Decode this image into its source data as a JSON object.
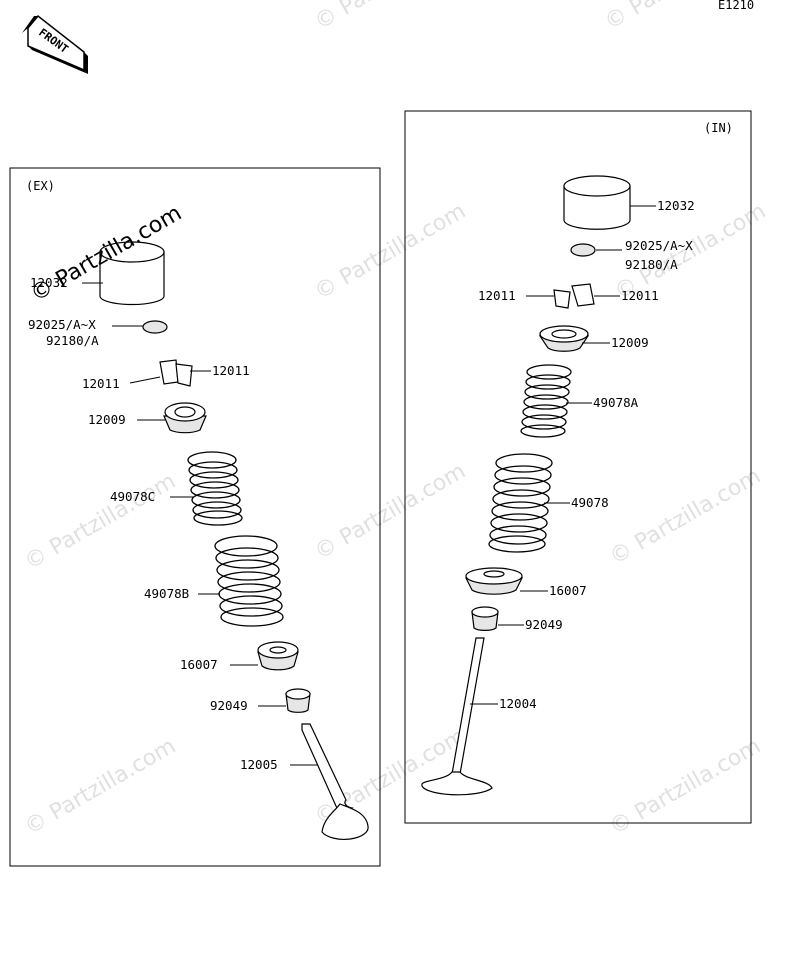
{
  "diagram_code": "E1210",
  "front_label": "FRONT",
  "watermark": "© Partzilla.com",
  "panels": {
    "ex": {
      "title": "(EX)"
    },
    "in": {
      "title": "(IN)"
    }
  },
  "labels": {
    "ex_12032": "12032",
    "ex_92025": "92025/A~X",
    "ex_92180": "92180/A",
    "ex_12011_right": "12011",
    "ex_12011_left": "12011",
    "ex_12009": "12009",
    "ex_49078c": "49078C",
    "ex_49078b": "49078B",
    "ex_16007": "16007",
    "ex_92049": "92049",
    "ex_12005": "12005",
    "in_12032": "12032",
    "in_92025": "92025/A~X",
    "in_92180": "92180/A",
    "in_12011_left": "12011",
    "in_12011_right": "12011",
    "in_12009": "12009",
    "in_49078a": "49078A",
    "in_49078": "49078",
    "in_16007": "16007",
    "in_92049": "92049",
    "in_12004": "12004"
  }
}
